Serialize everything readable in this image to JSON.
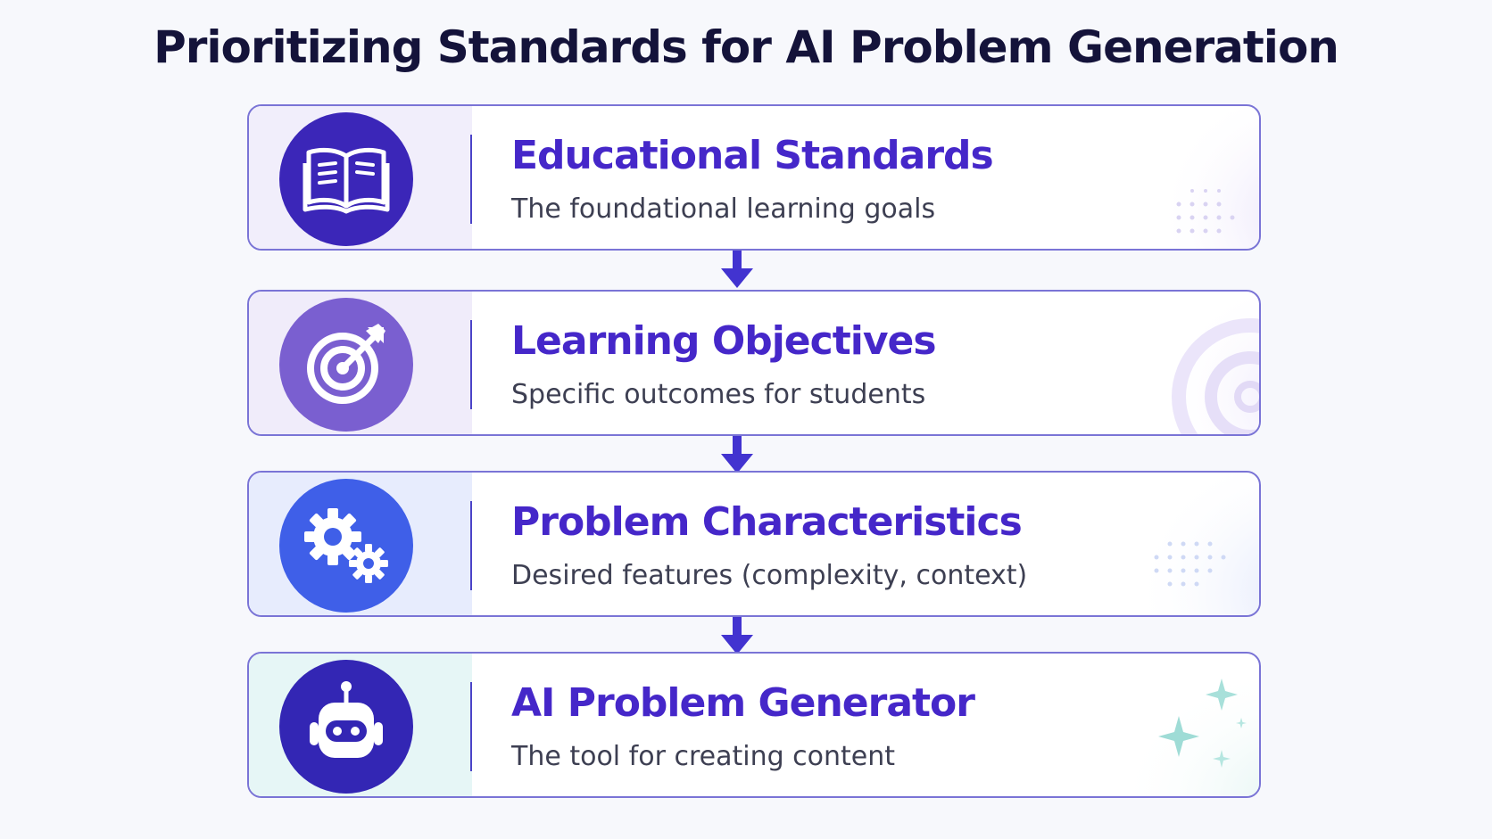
{
  "title": "Prioritizing Standards for AI Problem Generation",
  "steps": [
    {
      "heading": "Educational Standards",
      "subtitle": "The foundational learning goals",
      "icon": "open-book-icon"
    },
    {
      "heading": "Learning Objectives",
      "subtitle": "Specific outcomes for students",
      "icon": "target-arrow-icon"
    },
    {
      "heading": "Problem Characteristics",
      "subtitle": "Desired features (complexity, context)",
      "icon": "gears-icon"
    },
    {
      "heading": "AI Problem Generator",
      "subtitle": "The tool for creating content",
      "icon": "robot-icon"
    }
  ],
  "colors": {
    "title": "#14133a",
    "heading": "#4527c9",
    "subtitle": "#3d3f52",
    "border": "#7a74d6",
    "arrow": "#4233d0",
    "step1_circle": "#3b26b8",
    "step2_circle": "#7a5fd0",
    "step3_circle": "#3f5fe8",
    "step4_circle": "#3326b4"
  }
}
